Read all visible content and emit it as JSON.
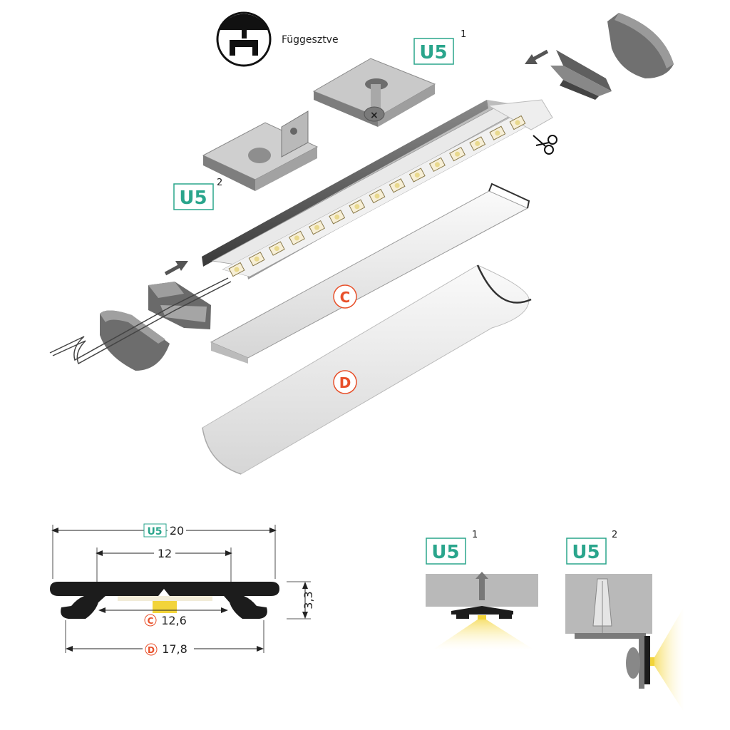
{
  "mount_type": {
    "label": "Függesztve"
  },
  "codes": {
    "u5": "U5",
    "sup1": "1",
    "sup2": "2",
    "c": "C",
    "d": "D"
  },
  "dimensions": {
    "width_total": "20",
    "width_inner": "12",
    "height": "3,3",
    "c_width": "12,6",
    "d_width": "17,8"
  },
  "colors": {
    "accent_teal": "#2aa58c",
    "accent_orange": "#e8502a",
    "profile": "#1c1c1c",
    "led_yellow": "#f2d43a",
    "ceiling": "#b9b9b9"
  }
}
